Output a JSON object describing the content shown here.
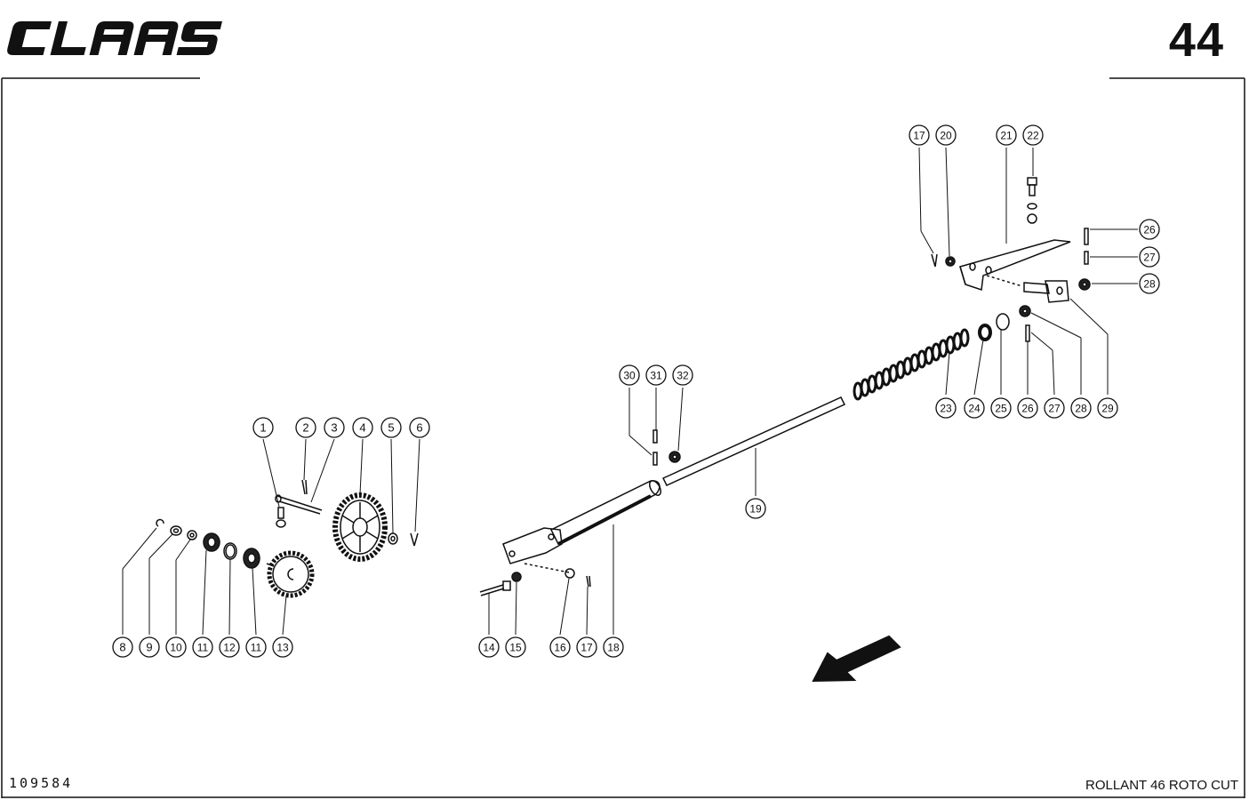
{
  "header": {
    "brand": "CLAAS",
    "page_number": "44"
  },
  "footer": {
    "doc_number": "109584",
    "model": "ROLLANT 46 ROTO CUT"
  },
  "callouts": [
    "1",
    "2",
    "3",
    "4",
    "5",
    "6",
    "8",
    "9",
    "10",
    "11",
    "12",
    "11",
    "13",
    "14",
    "15",
    "16",
    "17",
    "18",
    "19",
    "17",
    "20",
    "21",
    "22",
    "23",
    "24",
    "25",
    "26",
    "27",
    "28",
    "29",
    "26",
    "27",
    "28",
    "30",
    "31",
    "32"
  ],
  "colors": {
    "ink": "#111111",
    "background": "#ffffff"
  }
}
